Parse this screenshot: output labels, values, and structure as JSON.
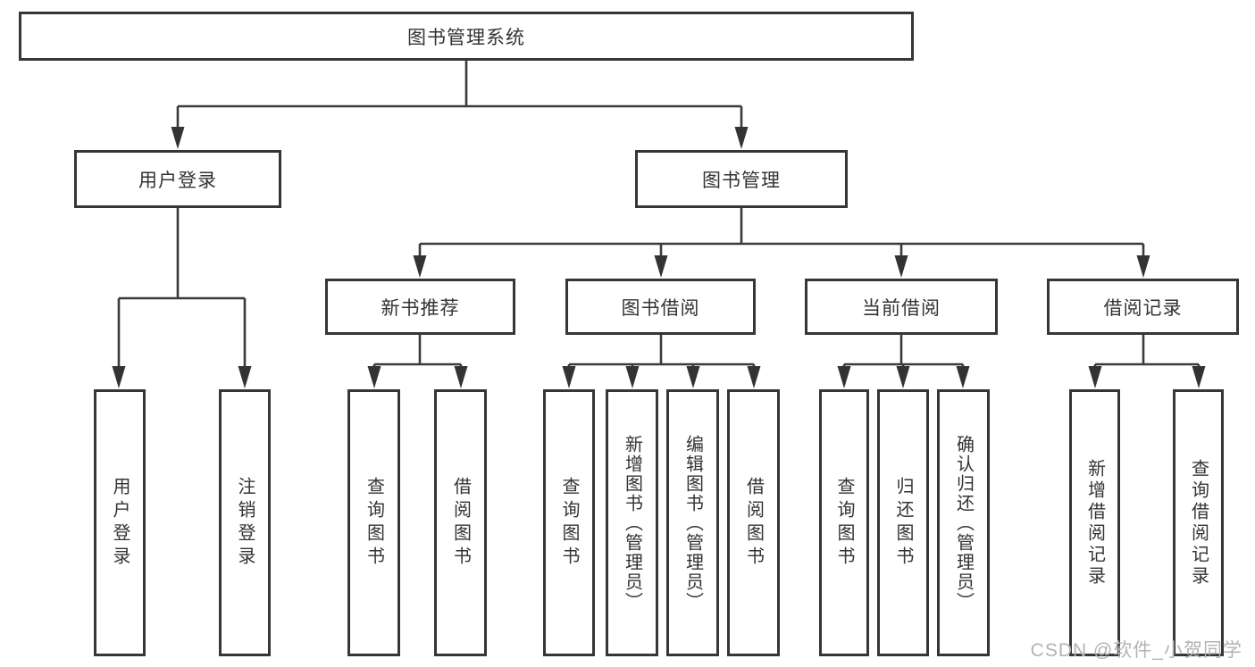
{
  "diagram": {
    "root": {
      "label": "图书管理系统"
    },
    "level2": [
      {
        "label": "用户登录"
      },
      {
        "label": "图书管理"
      }
    ],
    "level3": [
      {
        "label": "新书推荐"
      },
      {
        "label": "图书借阅"
      },
      {
        "label": "当前借阅"
      },
      {
        "label": "借阅记录"
      }
    ],
    "leaves_user_login": [
      {
        "label": "用户登录"
      },
      {
        "label": "注销登录"
      }
    ],
    "leaves_new_book": [
      {
        "label": "查询图书"
      },
      {
        "label": "借阅图书"
      }
    ],
    "leaves_book_borrow": [
      {
        "label": "查询图书"
      },
      {
        "label": "新增图书（管理员）"
      },
      {
        "label": "编辑图书（管理员）"
      },
      {
        "label": "借阅图书"
      }
    ],
    "leaves_current_borrow": [
      {
        "label": "查询图书"
      },
      {
        "label": "归还图书"
      },
      {
        "label": "确认归还（管理员）"
      }
    ],
    "leaves_borrow_record": [
      {
        "label": "新增借阅记录"
      },
      {
        "label": "查询借阅记录"
      }
    ]
  },
  "watermark": {
    "text": "CSDN @软件_小贺同学"
  },
  "colors": {
    "box_border": "#363636",
    "connector": "#3a3a3a",
    "text": "#333333",
    "watermark": "#b3b3b3",
    "background": "#ffffff"
  }
}
